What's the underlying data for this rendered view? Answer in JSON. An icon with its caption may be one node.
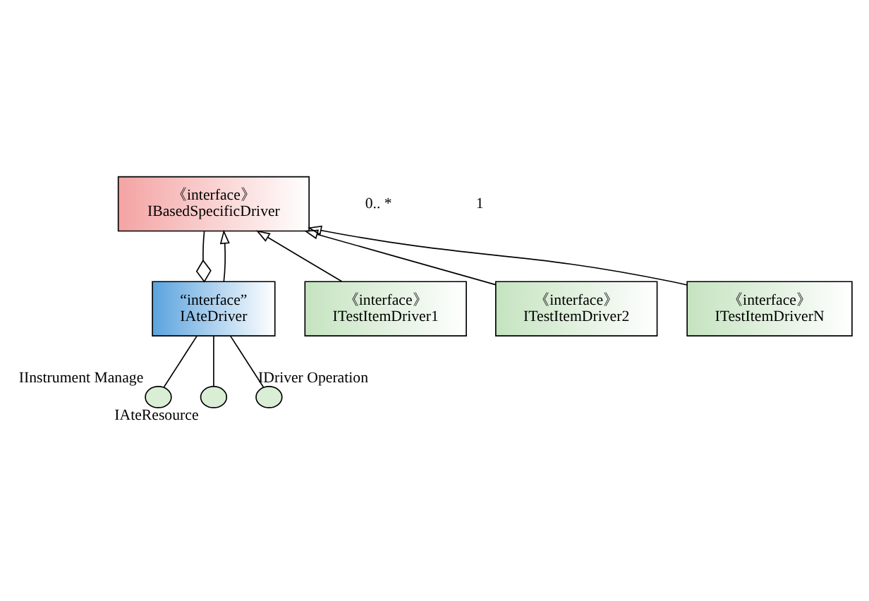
{
  "diagram": {
    "nodes": [
      {
        "text": [
          "《interface》",
          "IBasedSpecificDriver"
        ]
      },
      {
        "text": [
          "《interface》",
          "ITestItemDriver1"
        ]
      },
      {
        "text": [
          "《interface》",
          "ITestItemDriver2"
        ]
      },
      {
        "text": [
          "《interface》",
          "ITestItemDriverN"
        ]
      },
      {
        "text": [
          "“interface”",
          "IAteDriver"
        ]
      },
      {
        "text": [
          "IInstrument Manage"
        ]
      },
      {
        "text": [
          "IAteResource"
        ]
      },
      {
        "text": [
          "IDriver Operation"
        ]
      }
    ],
    "edges": [
      {
        "from": 1,
        "to": 0,
        "arrow": "to"
      },
      {
        "from": 2,
        "to": 0,
        "arrow": "to"
      },
      {
        "from": 3,
        "to": 0,
        "arrow": "to"
      },
      {
        "from": 4,
        "to": 0,
        "arrow": "to"
      },
      {
        "from": 0,
        "to": 4,
        "arrow": "other"
      },
      {
        "from": 4,
        "to": 5,
        "arrow": "none"
      },
      {
        "from": 4,
        "to": 6,
        "arrow": "none"
      },
      {
        "from": 4,
        "to": 7,
        "arrow": "none"
      }
    ],
    "labels": [
      "0.. *",
      "1"
    ]
  }
}
